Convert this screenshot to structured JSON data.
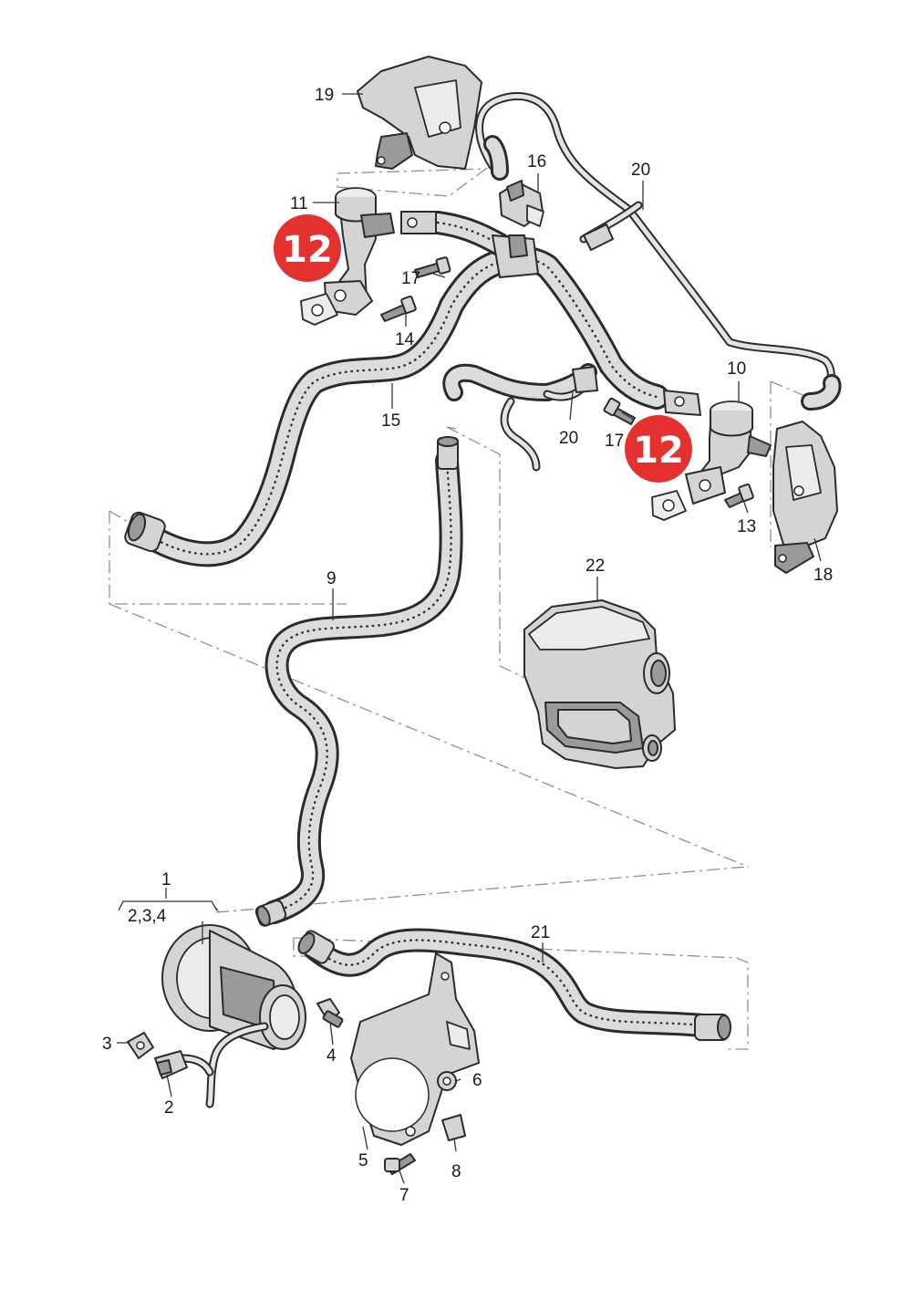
{
  "diagram": {
    "part_numbers": {
      "p1": "1",
      "p1_sub": "2,3,4",
      "p2": "2",
      "p3": "3",
      "p4": "4",
      "p5": "5",
      "p6": "6",
      "p7": "7",
      "p8": "8",
      "p9": "9",
      "p10": "10",
      "p11": "11",
      "p13": "13",
      "p14": "14",
      "p15": "15",
      "p16": "16",
      "p17a": "17",
      "p17b": "17",
      "p18": "18",
      "p19": "19",
      "p20a": "20",
      "p20b": "20",
      "p21": "21",
      "p22": "22"
    },
    "badges": {
      "left": "12",
      "right": "12"
    },
    "colors": {
      "badge": "#e53030",
      "line": "#2b2b2b",
      "dash": "#8f8f8f"
    }
  }
}
